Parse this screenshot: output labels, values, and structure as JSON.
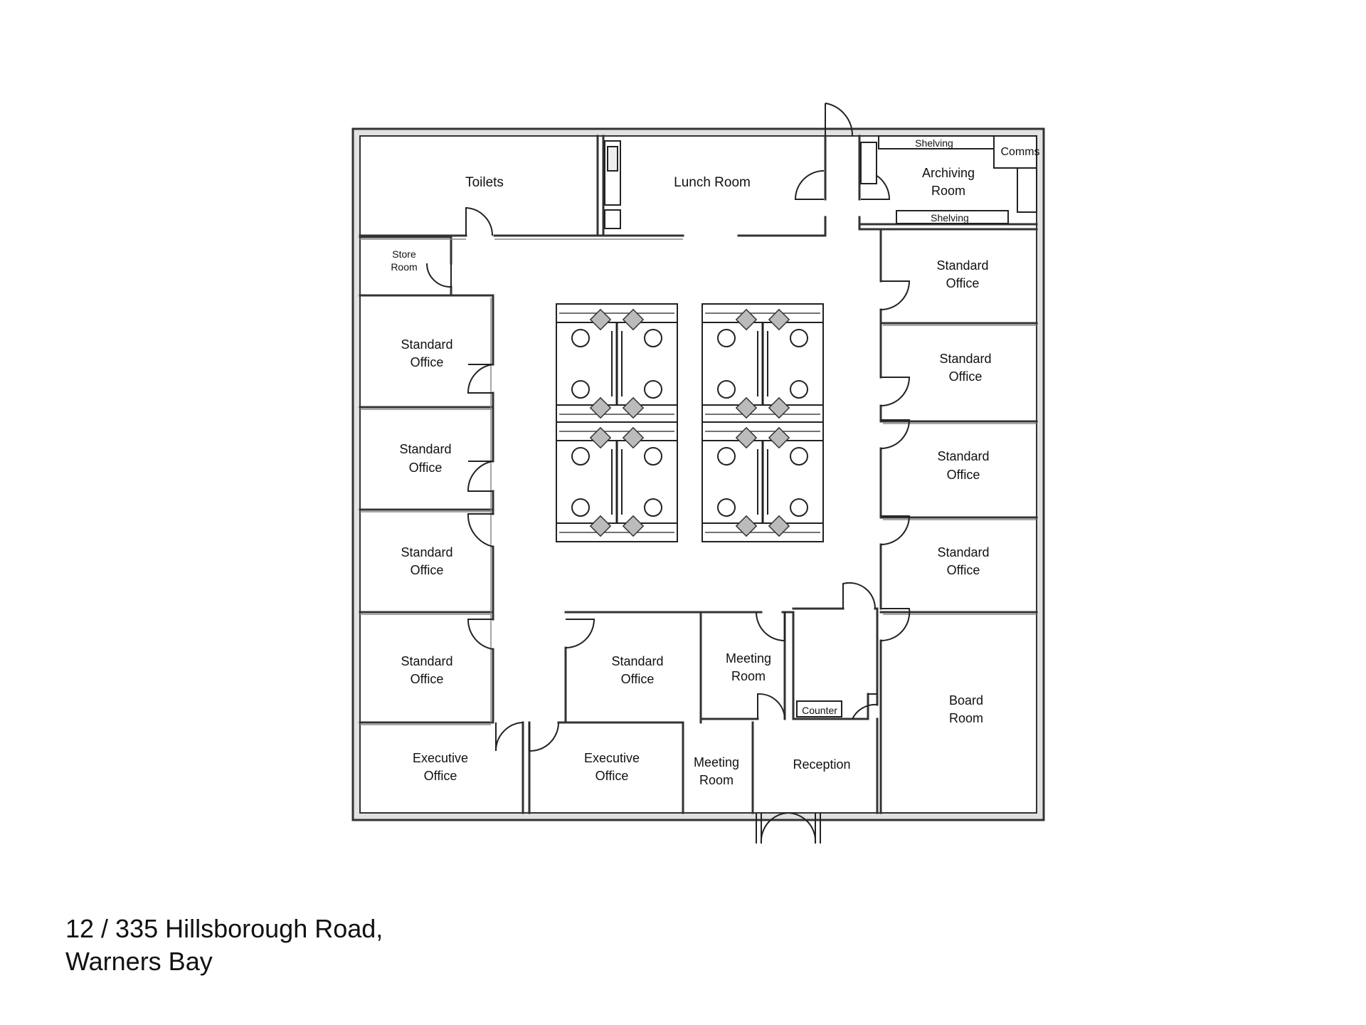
{
  "plan": {
    "rooms": {
      "toilets": "Toilets",
      "lunch_room": "Lunch Room",
      "archiving_room": [
        "Archiving",
        "Room"
      ],
      "shelving_top": "Shelving",
      "shelving_bottom": "Shelving",
      "comms": "Comms",
      "store_room": [
        "Store",
        "Room"
      ],
      "standard_office": [
        "Standard",
        "Office"
      ],
      "executive_office": [
        "Executive",
        "Office"
      ],
      "meeting_room": [
        "Meeting",
        "Room"
      ],
      "counter": "Counter",
      "reception": "Reception",
      "board_room": [
        "Board",
        "Room"
      ]
    }
  },
  "address": {
    "line1": "12 / 335 Hillsborough Road,",
    "line2": "Warners Bay"
  },
  "colors": {
    "wall": "#333333",
    "wall_fill": "#d9d9d9",
    "line": "#222222",
    "chair": "#9a9a9a"
  }
}
